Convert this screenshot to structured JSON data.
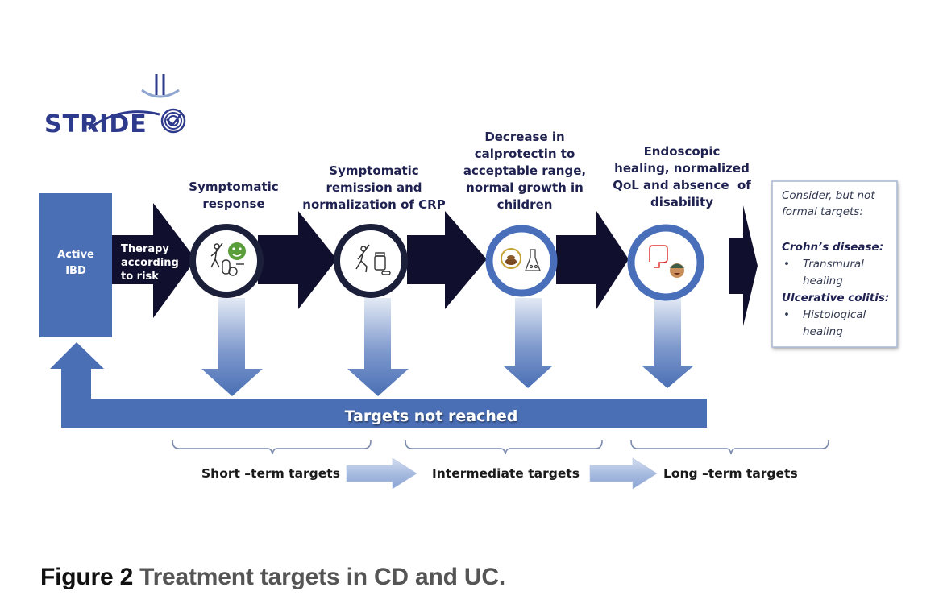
{
  "logo": {
    "text": "STRIDE",
    "suffix": "II"
  },
  "start_box": {
    "line1": "Active",
    "line2": "IBD"
  },
  "therapy_arrow": {
    "lines": [
      "Therapy",
      "according",
      "to risk"
    ]
  },
  "stages": [
    {
      "title_lines": [
        "Symptomatic",
        "response"
      ],
      "icons": [
        "person-reaching-icon",
        "smiley-face-icon",
        "pill-icon"
      ],
      "ring_color": "#1c1f3a"
    },
    {
      "title_lines": [
        "Symptomatic",
        "remission and",
        "normalization of CRP"
      ],
      "icons": [
        "person-running-icon",
        "medicine-bottle-icon"
      ],
      "ring_color": "#1c1f3a"
    },
    {
      "title_lines": [
        "Decrease in",
        "calprotectin to",
        "acceptable range,",
        "normal growth in",
        "children"
      ],
      "icons": [
        "stool-icon",
        "lab-flask-icon"
      ],
      "ring_color": "#4a6fba"
    },
    {
      "title_lines": [
        "Endoscopic",
        "healing, normalized",
        "QoL and absence  of",
        "disability"
      ],
      "icons": [
        "colon-icon",
        "child-face-icon"
      ],
      "ring_color": "#4a6fba"
    }
  ],
  "consider_box": {
    "intro_lines": [
      "Consider, but not",
      "formal targets:"
    ],
    "sections": [
      {
        "heading": "Crohn’s disease:",
        "bullet_lines": [
          "Transmural",
          "healing"
        ]
      },
      {
        "heading": "Ulcerative colitis:",
        "bullet_lines": [
          "Histological",
          "healing"
        ]
      }
    ]
  },
  "feedback_bar": {
    "label": "Targets not reached"
  },
  "timeline": [
    {
      "label": "Short –term targets"
    },
    {
      "label": "Intermediate targets"
    },
    {
      "label": "Long –term targets"
    }
  ],
  "caption": {
    "figure": "Figure 2",
    "title": "Treatment targets in CD and UC."
  },
  "colors": {
    "dark_arrow": "#10102e",
    "blue": "#4a6fb5",
    "light_blue": "#c5d3ea",
    "text_dark": "#1f2150"
  }
}
